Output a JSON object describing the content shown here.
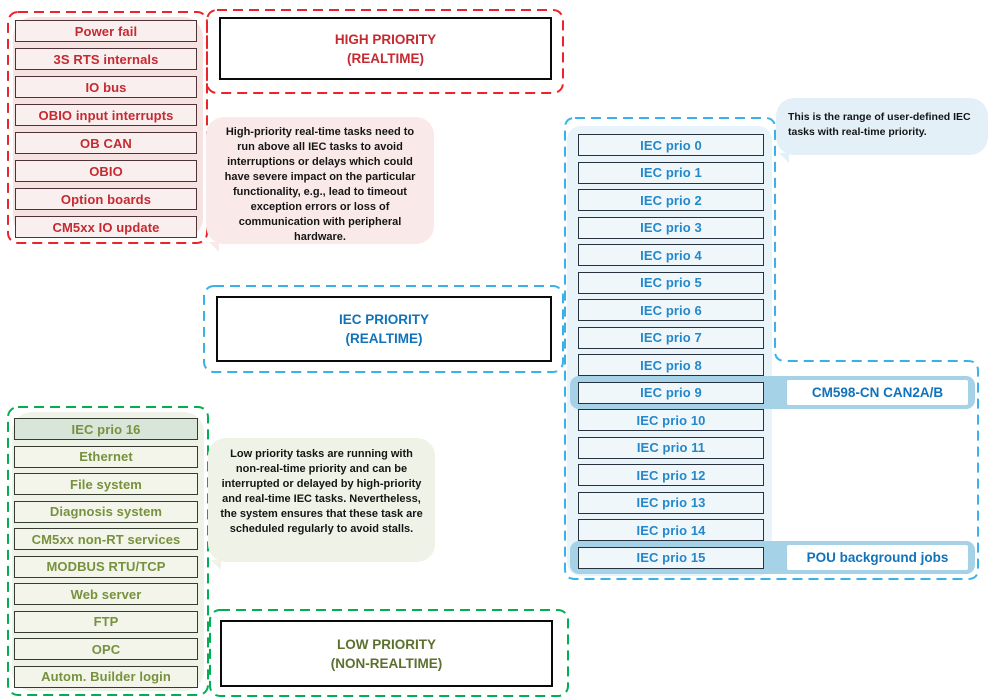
{
  "colors": {
    "red_dash": "#ec2328",
    "red_text": "#c42a30",
    "blue_dash": "#3ab2e8",
    "blue_text": "#2288cb",
    "blue_label_text": "#1173ba",
    "green_dash": "#00b050",
    "olive_text": "#77913e",
    "highlight_band": "#a5d2e6"
  },
  "high_section": {
    "title_lines": [
      "HIGH PRIORITY",
      "(REALTIME)"
    ],
    "tasks": [
      "Power fail",
      "3S RTS internals",
      "IO bus",
      "OBIO input interrupts",
      "OB CAN",
      "OBIO",
      "Option boards",
      "CM5xx IO update"
    ],
    "note": "High-priority real-time tasks need to run above all IEC tasks to avoid interruptions or delays which could have severe impact on the particular functionality, e.g., lead to timeout exception errors or loss of communication with peripheral hardware."
  },
  "iec_section": {
    "title_lines": [
      "IEC PRIORITY",
      "(REALTIME)"
    ],
    "tasks": [
      "IEC prio 0",
      "IEC prio 1",
      "IEC prio 2",
      "IEC prio 3",
      "IEC prio 4",
      "IEC prio 5",
      "IEC prio 6",
      "IEC prio 7",
      "IEC prio 8",
      "IEC prio 9",
      "IEC prio 10",
      "IEC prio 11",
      "IEC prio 12",
      "IEC prio 13",
      "IEC prio 14",
      "IEC prio 15"
    ],
    "note": "This is the range of user-defined IEC tasks with real-time priority.",
    "prio9_label": "CM598-CN CAN2A/B",
    "prio15_label": "POU background jobs"
  },
  "low_section": {
    "title_lines": [
      "LOW PRIORITY",
      "(NON-REALTIME)"
    ],
    "tasks": [
      "IEC prio 16",
      "Ethernet",
      "File system",
      "Diagnosis system",
      "CM5xx non-RT services",
      "MODBUS RTU/TCP",
      "Web server",
      "FTP",
      "OPC",
      "Autom. Builder login"
    ],
    "note": "Low priority tasks are running with non-real-time priority and can be interrupted or delayed by high-priority and real-time IEC tasks. Nevertheless, the system ensures that these task are scheduled regularly to avoid stalls."
  }
}
